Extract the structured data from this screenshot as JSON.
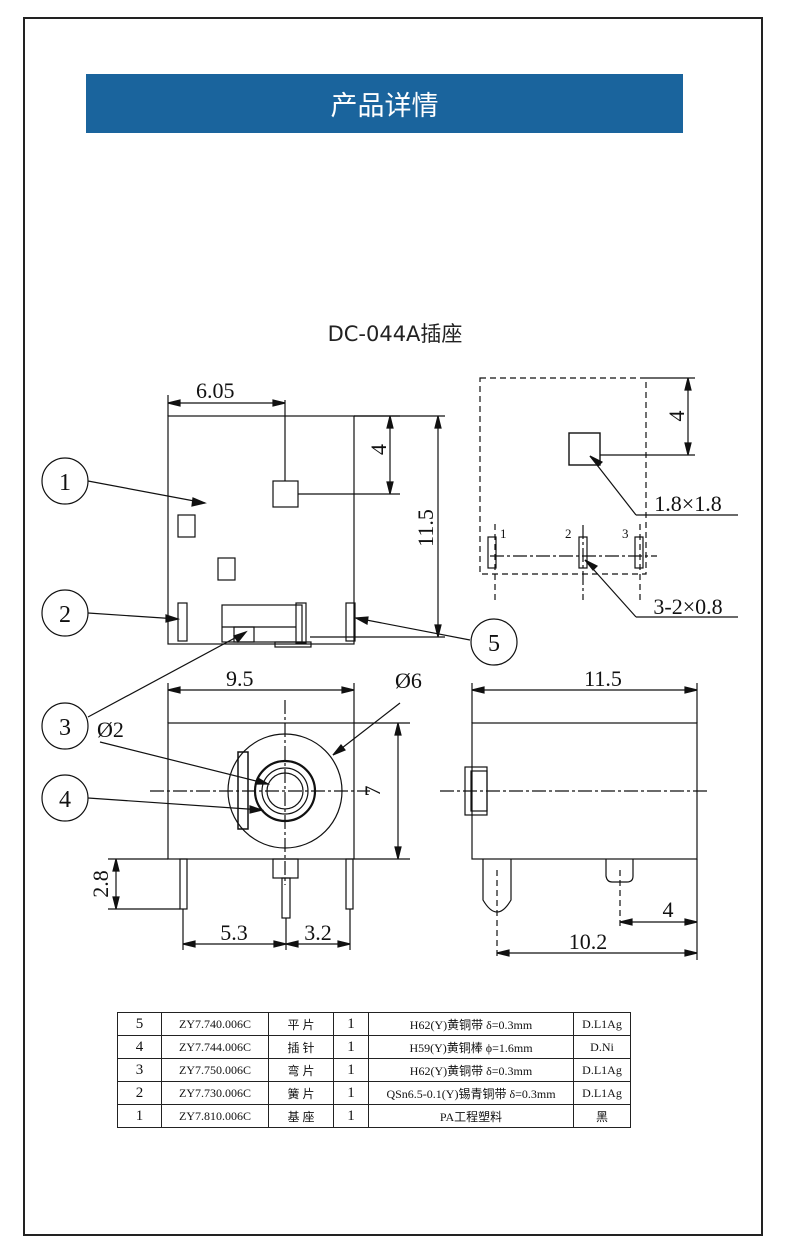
{
  "banner": {
    "title": "产品详情"
  },
  "drawing": {
    "title": "DC-044A插座",
    "dims": {
      "d605": "6.05",
      "d4a": "4",
      "d115a": "11.5",
      "d95": "9.5",
      "dphi6": "Ø6",
      "dphi2": "Ø2",
      "d7": "7",
      "d28": "2.8",
      "d53": "5.3",
      "d32": "3.2",
      "d115b": "11.5",
      "d4b": "4",
      "d102": "10.2",
      "d4c": "4",
      "sq": "1.8×1.8",
      "pins": "3-2×0.8",
      "pin1": "1",
      "pin2": "2",
      "pin3": "3"
    },
    "callouts": [
      "1",
      "2",
      "3",
      "4",
      "5"
    ]
  },
  "parts_table": {
    "rows": [
      {
        "no": "5",
        "code": "ZY7.740.006C",
        "name": "平 片",
        "qty": "1",
        "material": "H62(Y)黄铜带 δ=0.3mm",
        "finish": "D.L1Ag"
      },
      {
        "no": "4",
        "code": "ZY7.744.006C",
        "name": "插 针",
        "qty": "1",
        "material": "H59(Y)黄铜棒 ϕ=1.6mm",
        "finish": "D.Ni"
      },
      {
        "no": "3",
        "code": "ZY7.750.006C",
        "name": "弯 片",
        "qty": "1",
        "material": "H62(Y)黄铜带 δ=0.3mm",
        "finish": "D.L1Ag"
      },
      {
        "no": "2",
        "code": "ZY7.730.006C",
        "name": "簧 片",
        "qty": "1",
        "material": "QSn6.5-0.1(Y)锡青铜带 δ=0.3mm",
        "finish": "D.L1Ag"
      },
      {
        "no": "1",
        "code": "ZY7.810.006C",
        "name": "基 座",
        "qty": "1",
        "material": "PA工程塑料",
        "finish": "黑"
      }
    ]
  }
}
